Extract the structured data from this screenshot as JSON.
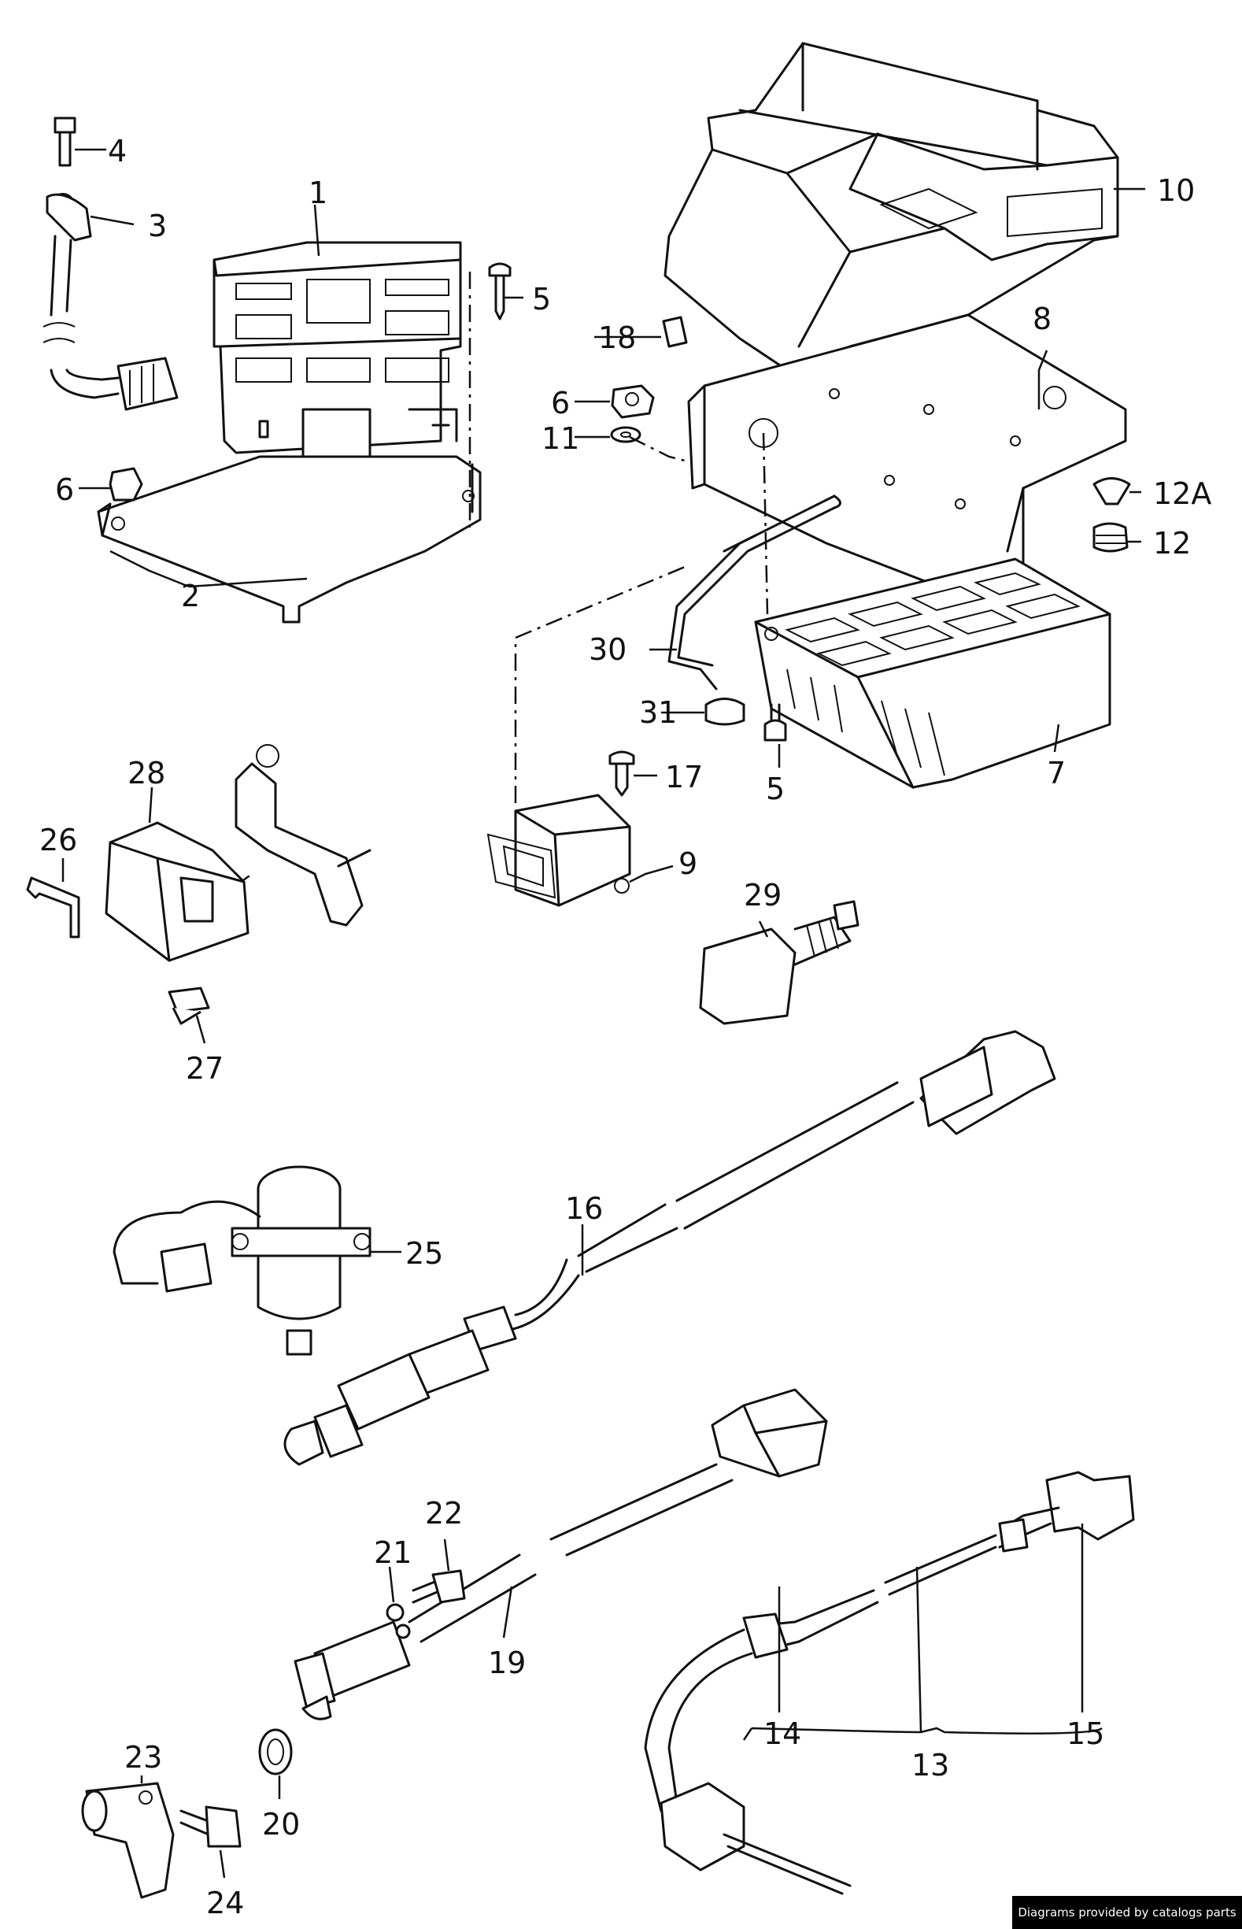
{
  "labels": [
    "1",
    "2",
    "3",
    "4",
    "5",
    "5",
    "6",
    "6",
    "7",
    "8",
    "9",
    "10",
    "11",
    "12",
    "12A",
    "13",
    "14",
    "15",
    "16",
    "17",
    "18",
    "19",
    "20",
    "21",
    "22",
    "23",
    "24",
    "25",
    "26",
    "27",
    "28",
    "29",
    "30",
    "31"
  ],
  "credit": "Diagrams provided by catalogs parts"
}
